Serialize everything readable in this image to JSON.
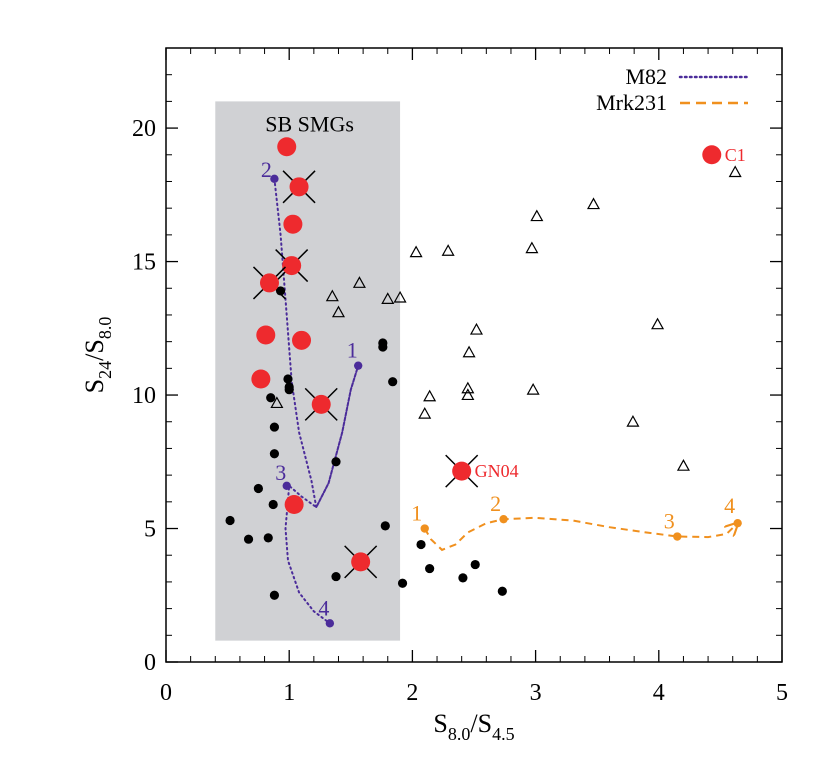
{
  "chart_data": {
    "type": "scatter",
    "xlabel": {
      "main": "S",
      "sub1": "8.0",
      "mid": "/S",
      "sub2": "4.5"
    },
    "ylabel": {
      "main": "S",
      "sub1": "24",
      "mid": "/S",
      "sub2": "8.0"
    },
    "xlim": [
      0,
      5
    ],
    "ylim": [
      0,
      23
    ],
    "x_ticks": [
      0,
      1,
      2,
      3,
      4,
      5
    ],
    "y_ticks": [
      0,
      5,
      10,
      15,
      20
    ],
    "grid": false,
    "legend_position": "top-right",
    "legend": [
      {
        "label": "M82",
        "color": "#4B2C9A",
        "style": "dotted"
      },
      {
        "label": "Mrk231",
        "color": "#F0901E",
        "style": "dashed"
      }
    ],
    "sb_region": {
      "label": "SB SMGs",
      "x0": 0.4,
      "x1": 1.9,
      "y0": 0.8,
      "y1": 21.0,
      "color": "#D0D1D4"
    },
    "black_points": [
      [
        0.52,
        5.3
      ],
      [
        0.67,
        4.6
      ],
      [
        0.83,
        4.65
      ],
      [
        0.88,
        2.5
      ],
      [
        0.87,
        5.9
      ],
      [
        0.75,
        6.5
      ],
      [
        0.88,
        7.8
      ],
      [
        0.88,
        8.8
      ],
      [
        0.85,
        9.9
      ],
      [
        0.93,
        13.9
      ],
      [
        0.99,
        10.6
      ],
      [
        1.0,
        10.3
      ],
      [
        1.0,
        10.2
      ],
      [
        1.38,
        7.5
      ],
      [
        1.38,
        3.2
      ],
      [
        1.76,
        11.95
      ],
      [
        1.76,
        11.8
      ],
      [
        1.78,
        5.1
      ],
      [
        1.84,
        10.5
      ],
      [
        1.92,
        2.95
      ],
      [
        2.07,
        4.4
      ],
      [
        2.14,
        3.5
      ],
      [
        2.41,
        3.15
      ],
      [
        2.51,
        3.65
      ],
      [
        2.73,
        2.65
      ]
    ],
    "triangles": [
      [
        0.9,
        9.7
      ],
      [
        1.35,
        13.7
      ],
      [
        1.4,
        13.1
      ],
      [
        1.57,
        14.2
      ],
      [
        1.8,
        13.6
      ],
      [
        1.9,
        13.65
      ],
      [
        2.03,
        15.35
      ],
      [
        2.1,
        9.3
      ],
      [
        2.14,
        9.95
      ],
      [
        2.29,
        15.4
      ],
      [
        2.45,
        10.0
      ],
      [
        2.45,
        10.25
      ],
      [
        2.46,
        11.6
      ],
      [
        2.52,
        12.45
      ],
      [
        2.97,
        15.5
      ],
      [
        2.98,
        10.2
      ],
      [
        3.01,
        16.7
      ],
      [
        3.47,
        17.15
      ],
      [
        3.79,
        9.0
      ],
      [
        3.99,
        12.65
      ],
      [
        4.2,
        7.35
      ],
      [
        4.62,
        18.35
      ]
    ],
    "red_points": [
      {
        "x": 0.98,
        "y": 19.3,
        "cross": false
      },
      {
        "x": 1.08,
        "y": 17.8,
        "cross": true
      },
      {
        "x": 1.03,
        "y": 16.4,
        "cross": false
      },
      {
        "x": 1.02,
        "y": 14.85,
        "cross": true
      },
      {
        "x": 0.84,
        "y": 14.2,
        "cross": true
      },
      {
        "x": 0.81,
        "y": 12.25,
        "cross": false
      },
      {
        "x": 1.1,
        "y": 12.05,
        "cross": false
      },
      {
        "x": 0.77,
        "y": 10.6,
        "cross": false
      },
      {
        "x": 1.26,
        "y": 9.65,
        "cross": true
      },
      {
        "x": 1.04,
        "y": 5.9,
        "cross": false
      },
      {
        "x": 1.58,
        "y": 3.75,
        "cross": true
      },
      {
        "x": 2.4,
        "y": 7.15,
        "cross": true,
        "label": "GN04"
      },
      {
        "x": 4.43,
        "y": 19.0,
        "cross": false,
        "label": "C1"
      }
    ],
    "m82_track": {
      "color": "#4B2C9A",
      "curve": [
        [
          0.88,
          18.1
        ],
        [
          0.93,
          16.0
        ],
        [
          0.98,
          13.0
        ],
        [
          1.02,
          10.5
        ],
        [
          1.08,
          8.6
        ],
        [
          1.18,
          6.8
        ],
        [
          1.22,
          5.8
        ],
        [
          1.32,
          6.7
        ],
        [
          1.43,
          8.6
        ],
        [
          1.5,
          10.2
        ],
        [
          1.56,
          11.1
        ],
        [
          1.5,
          10.2
        ],
        [
          1.43,
          8.6
        ],
        [
          1.32,
          6.7
        ],
        [
          1.22,
          5.8
        ],
        [
          1.1,
          6.2
        ],
        [
          1.0,
          6.6
        ],
        [
          0.97,
          5.0
        ],
        [
          0.99,
          3.8
        ],
        [
          1.08,
          2.6
        ],
        [
          1.2,
          1.9
        ],
        [
          1.33,
          1.45
        ]
      ],
      "markers": [
        {
          "x": 1.56,
          "y": 11.1,
          "label": "1"
        },
        {
          "x": 0.88,
          "y": 18.1,
          "label": "2"
        },
        {
          "x": 0.98,
          "y": 6.6,
          "label": "3"
        },
        {
          "x": 1.33,
          "y": 1.45,
          "label": "4"
        }
      ]
    },
    "mrk231_track": {
      "color": "#F0901E",
      "curve": [
        [
          2.1,
          5.0
        ],
        [
          2.15,
          4.6
        ],
        [
          2.24,
          4.2
        ],
        [
          2.35,
          4.4
        ],
        [
          2.45,
          4.85
        ],
        [
          2.6,
          5.2
        ],
        [
          2.74,
          5.35
        ],
        [
          3.0,
          5.4
        ],
        [
          3.3,
          5.3
        ],
        [
          3.6,
          5.05
        ],
        [
          3.9,
          4.85
        ],
        [
          4.15,
          4.7
        ],
        [
          4.4,
          4.68
        ],
        [
          4.55,
          4.8
        ],
        [
          4.64,
          5.2
        ]
      ],
      "markers": [
        {
          "x": 2.1,
          "y": 5.0,
          "label": "1"
        },
        {
          "x": 2.74,
          "y": 5.35,
          "label": "2"
        },
        {
          "x": 4.15,
          "y": 4.7,
          "label": "3"
        },
        {
          "x": 4.64,
          "y": 5.2,
          "label": "4"
        }
      ]
    }
  }
}
